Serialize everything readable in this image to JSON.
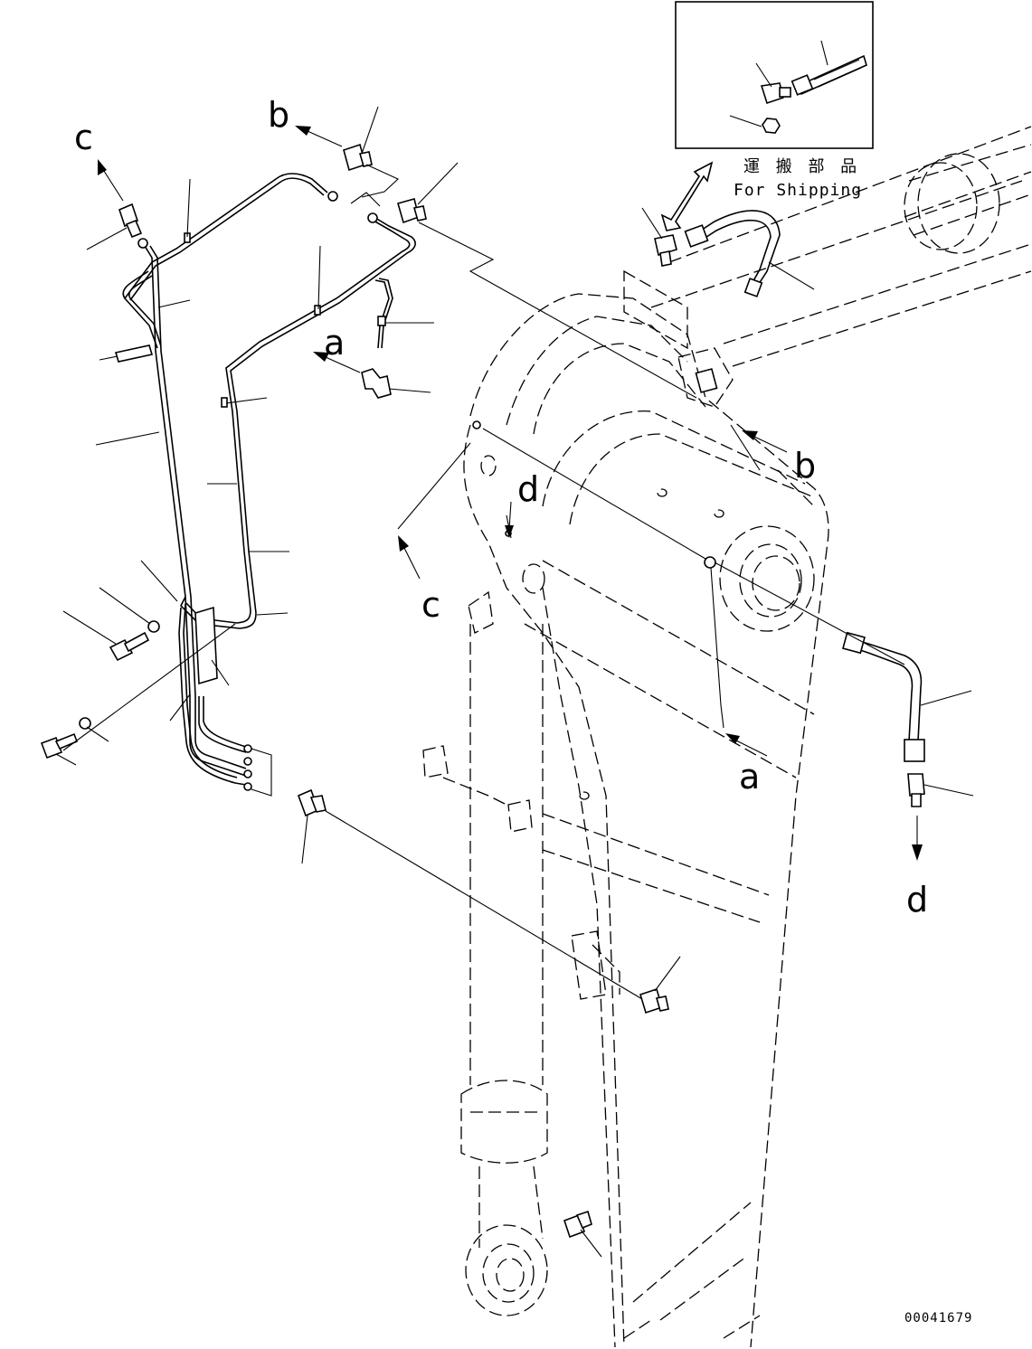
{
  "inset": {
    "caption_jp": "運 搬 部 品",
    "caption_en": "For Shipping"
  },
  "callout_letters": {
    "a_top": "a",
    "a_bottom": "a",
    "b_top": "b",
    "b_right": "b",
    "c_top": "c",
    "c_mid": "c",
    "d_mid": "d",
    "d_right": "d"
  },
  "drawing_number": "00041679"
}
